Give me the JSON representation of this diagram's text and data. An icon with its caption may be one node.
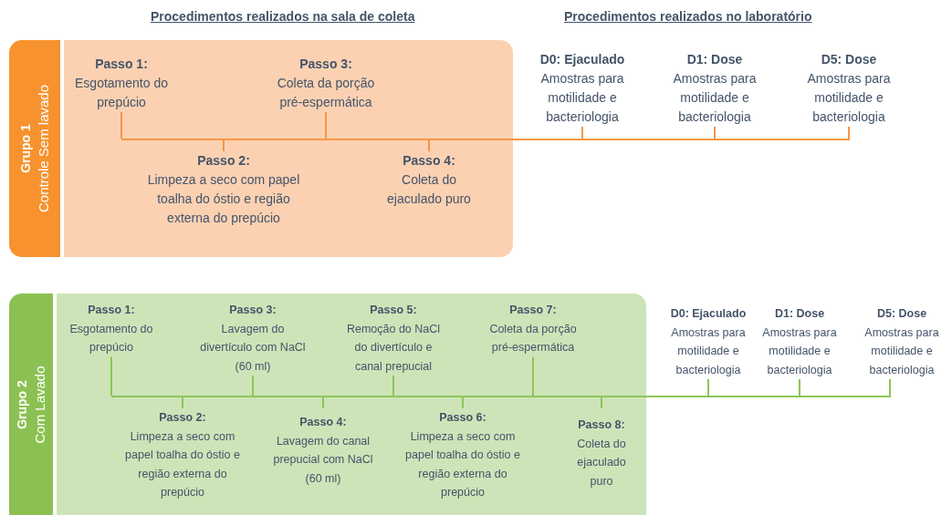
{
  "diagram": {
    "nodes": [
      {
        "text": [
          "Grupo 1",
          "Controle Sem lavado"
        ]
      },
      {
        "text": [],
        "shape": "box"
      },
      {
        "text": [
          "Passo 1:",
          "Esgotamento do prepúcio"
        ],
        "in": 1
      },
      {
        "text": [
          "Passo 2:",
          "Limpeza a seco com papel toalha do óstio e região externa do prepúcio"
        ],
        "in": 1
      },
      {
        "text": [
          "Passo 3:",
          "Coleta da porção pré-espermática"
        ],
        "in": 1
      },
      {
        "text": [
          "Passo 4:",
          "Coleta do ejaculado puro"
        ],
        "in": 1
      },
      {
        "text": [
          "D0: Ejaculado",
          "Amostras para motilidade e bacteriologia"
        ]
      },
      {
        "text": [
          "D1: Dose",
          "Amostras para motilidade e bacteriologia"
        ]
      },
      {
        "text": [
          "D5: Dose",
          "Amostras para motilidade e bacteriologia"
        ]
      },
      {
        "text": [],
        "shape": "bar"
      },
      {
        "text": [
          "Grupo 2",
          "Com Lavado"
        ]
      },
      {
        "text": [],
        "shape": "box"
      },
      {
        "text": [
          "Passo 1:",
          "Esgotamento do prepúcio"
        ],
        "in": 11
      },
      {
        "text": [
          "Passo 2:",
          "Limpeza a seco com papel toalha do óstio e região externa do prepúcio"
        ],
        "in": 11
      },
      {
        "text": [
          "Passo 3:",
          "Lavagem do divertículo com NaCl (60 ml)"
        ],
        "in": 11
      },
      {
        "text": [
          "Passo 4:",
          "Lavagem do canal prepucial com NaCl (60 ml)"
        ],
        "in": 11
      },
      {
        "text": [
          "Passo 5:",
          "Remoção do NaCl do divertículo e canal prepucial"
        ],
        "in": 11
      },
      {
        "text": [
          "Passo 6:",
          "Limpeza a seco com papel toalha do óstio e região externa do prepúcio"
        ],
        "in": 11
      },
      {
        "text": [
          "Passo 7:",
          "Coleta da porção pré-espermática"
        ],
        "in": 11
      },
      {
        "text": [
          "Passo 8:",
          "Coleta do ejaculado puro"
        ],
        "in": 11
      },
      {
        "text": [
          "D0: Ejaculado",
          "Amostras para motilidade e bacteriologia"
        ]
      },
      {
        "text": [
          "D1: Dose",
          "Amostras para motilidade e bacteriologia"
        ]
      },
      {
        "text": [
          "D5: Dose",
          "Amostras para motilidade e bacteriologia"
        ]
      },
      {
        "text": [],
        "shape": "bar"
      }
    ],
    "edges": [
      {
        "from": 2,
        "to": 9,
        "arrow": "none",
        "color": "#f79646"
      },
      {
        "from": 3,
        "to": 9,
        "arrow": "none",
        "color": "#f79646"
      },
      {
        "from": 4,
        "to": 9,
        "arrow": "none",
        "color": "#f79646"
      },
      {
        "from": 5,
        "to": 9,
        "arrow": "none",
        "color": "#f79646"
      },
      {
        "from": 6,
        "to": 9,
        "arrow": "none",
        "color": "#f79646"
      },
      {
        "from": 7,
        "to": 9,
        "arrow": "none",
        "color": "#f79646"
      },
      {
        "from": 8,
        "to": 9,
        "arrow": "none",
        "color": "#f79646"
      },
      {
        "from": 12,
        "to": 23,
        "arrow": "none"
      },
      {
        "from": 13,
        "to": 23,
        "arrow": "none"
      },
      {
        "from": 14,
        "to": 23,
        "arrow": "none"
      },
      {
        "from": 15,
        "to": 23,
        "arrow": "none"
      },
      {
        "from": 16,
        "to": 23,
        "arrow": "none"
      },
      {
        "from": 17,
        "to": 23,
        "arrow": "none"
      },
      {
        "from": 18,
        "to": 23,
        "arrow": "none"
      },
      {
        "from": 19,
        "to": 23,
        "arrow": "none"
      },
      {
        "from": 20,
        "to": 23,
        "arrow": "none"
      },
      {
        "from": 21,
        "to": 23,
        "arrow": "none"
      },
      {
        "from": 22,
        "to": 23,
        "arrow": "none"
      }
    ],
    "labels": [
      "Procedimentos realizados na sala de coleta",
      "Procedimentos realizados no laboratório"
    ]
  }
}
